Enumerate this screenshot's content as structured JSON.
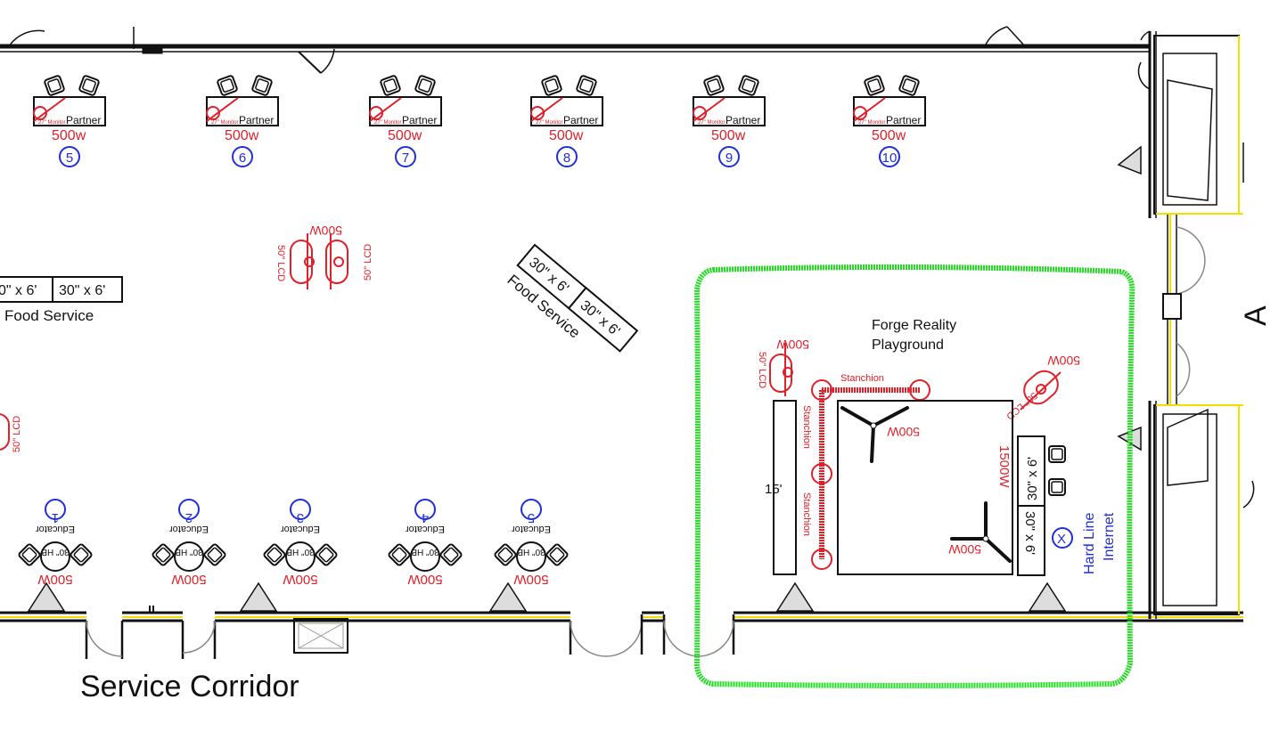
{
  "partner_tables": {
    "label": "Partner",
    "monitor_label": "27\" Monitor",
    "power": "500w",
    "numbers": [
      "5",
      "6",
      "7",
      "8",
      "9",
      "10"
    ]
  },
  "educator_tables": {
    "label": "Educator",
    "table_label": "30\" HB",
    "power": "500W",
    "numbers": [
      "1",
      "2",
      "3",
      "4",
      "5"
    ]
  },
  "food_service_left": {
    "table_a": "0\" x 6'",
    "table_b": "30\" x 6'",
    "label": "Food Service"
  },
  "food_service_center": {
    "table_a": "30\" x 6'",
    "table_b": "30\" x 6'",
    "label": "Food Service"
  },
  "center_displays": {
    "power": "500W",
    "lcd_left": "50\" LCD",
    "lcd_right": "50\" LCD"
  },
  "left_edge_lcd": "50\" LCD",
  "forge_area": {
    "title_line1": "Forge Reality",
    "title_line2": "Playground",
    "lcd_left": "50\" LCD",
    "lcd_left_power": "500W",
    "lcd_right": "50\" LCD",
    "lcd_right_power": "500W",
    "stanchion_top": "Stanchion",
    "stanchion_upper": "Stanchion",
    "stanchion_lower": "Stanchion",
    "dimension": "15'",
    "stage_power": "1500W",
    "light_power_top": "500W",
    "light_power_bottom": "500W",
    "table_top": "30\" x 6'",
    "table_bottom": "30\" x 6'",
    "internet_marker": "X",
    "internet_line1": "Hard Line",
    "internet_line2": "Internet",
    "highlight_color": "#22dd22"
  },
  "corridor_label": "Service Corridor",
  "side_label": "A"
}
